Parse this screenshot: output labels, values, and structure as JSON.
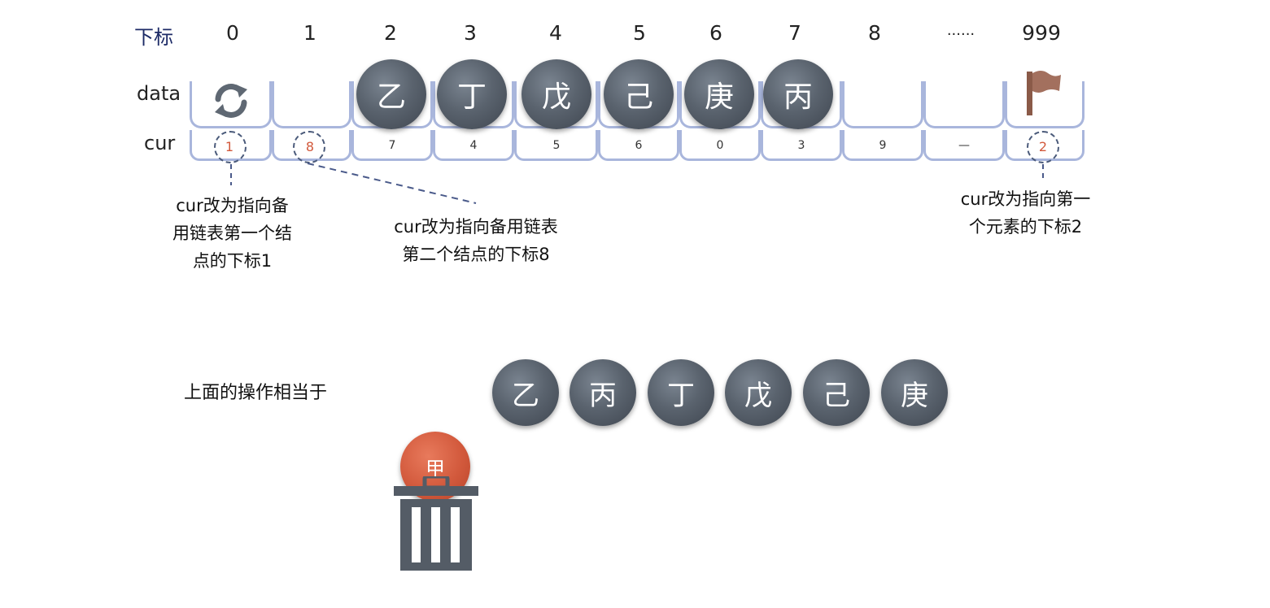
{
  "labels": {
    "index": "下标",
    "data": "data",
    "cur": "cur"
  },
  "indices": [
    "0",
    "1",
    "2",
    "3",
    "4",
    "5",
    "6",
    "7",
    "8",
    "······",
    "999"
  ],
  "data_row": [
    "",
    "",
    "乙",
    "丁",
    "戊",
    "己",
    "庚",
    "丙",
    "",
    "",
    ""
  ],
  "cur_row": [
    "1",
    "8",
    "7",
    "4",
    "5",
    "6",
    "0",
    "3",
    "9",
    "—",
    "2"
  ],
  "annotations": {
    "first": [
      "cur改为指向备",
      "用链表第一个结",
      "点的下标1"
    ],
    "second": [
      "cur改为指向备用链表",
      "第二个结点的下标8"
    ],
    "last": [
      "cur改为指向第一",
      "个元素的下标2"
    ]
  },
  "summary": "上面的操作相当于",
  "equivalent_list": [
    "乙",
    "丙",
    "丁",
    "戊",
    "己",
    "庚"
  ],
  "removed_item": "甲",
  "icons": {
    "index0": "refresh-icon",
    "index999": "flag-icon",
    "trash": "trash-can-icon"
  },
  "colors": {
    "cell_border": "#a9b6dc",
    "ball": "#5a636e",
    "removed_ball": "#d2593c",
    "highlight": "#d2593c",
    "trash": "#545c66"
  }
}
